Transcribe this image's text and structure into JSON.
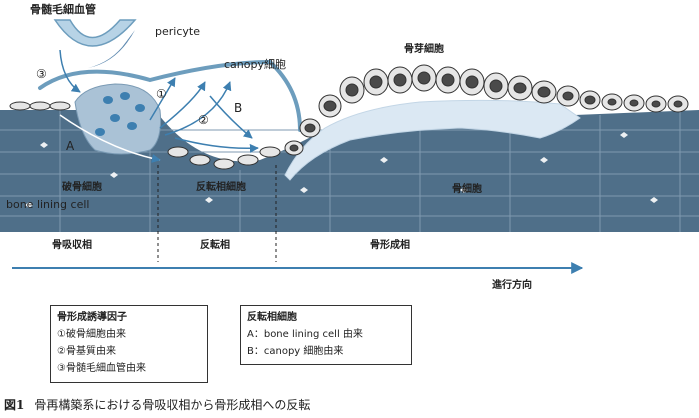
{
  "labels": {
    "capillary": "骨髄毛細血管",
    "pericyte": "pericyte",
    "canopy": "canopy細胞",
    "osteoblast": "骨芽細胞",
    "osteoclast": "破骨細胞",
    "bone_lining_cell": "bone lining cell",
    "reversal_cell": "反転相細胞",
    "osteocyte": "骨細胞",
    "marker_a": "A",
    "marker_b": "B",
    "marker_1": "①",
    "marker_2": "②",
    "marker_3": "③"
  },
  "phases": [
    "骨吸収相",
    "反転相",
    "骨形成相"
  ],
  "direction": "進行方向",
  "legend_factors": {
    "title": "骨形成誘導因子",
    "items": [
      "①破骨細胞由来",
      "②骨基質由来",
      "③骨髄毛細血管由来"
    ]
  },
  "legend_cells": {
    "title": "反転相細胞",
    "items": [
      "A：bone lining cell 由来",
      "B：canopy 細胞由来"
    ]
  },
  "caption": {
    "number": "図1",
    "text": "骨再構築系における骨吸収相から骨形成相への反転"
  },
  "colors": {
    "bone": "#4f6f89",
    "osteoid": "#dbe8f3",
    "cell_fill": "#e6e6e6",
    "nucleus": "#4a4a4a",
    "arrow": "#3d7fb0",
    "osteoclast": "#aac2d6",
    "capillary": "#b7d3e6"
  }
}
